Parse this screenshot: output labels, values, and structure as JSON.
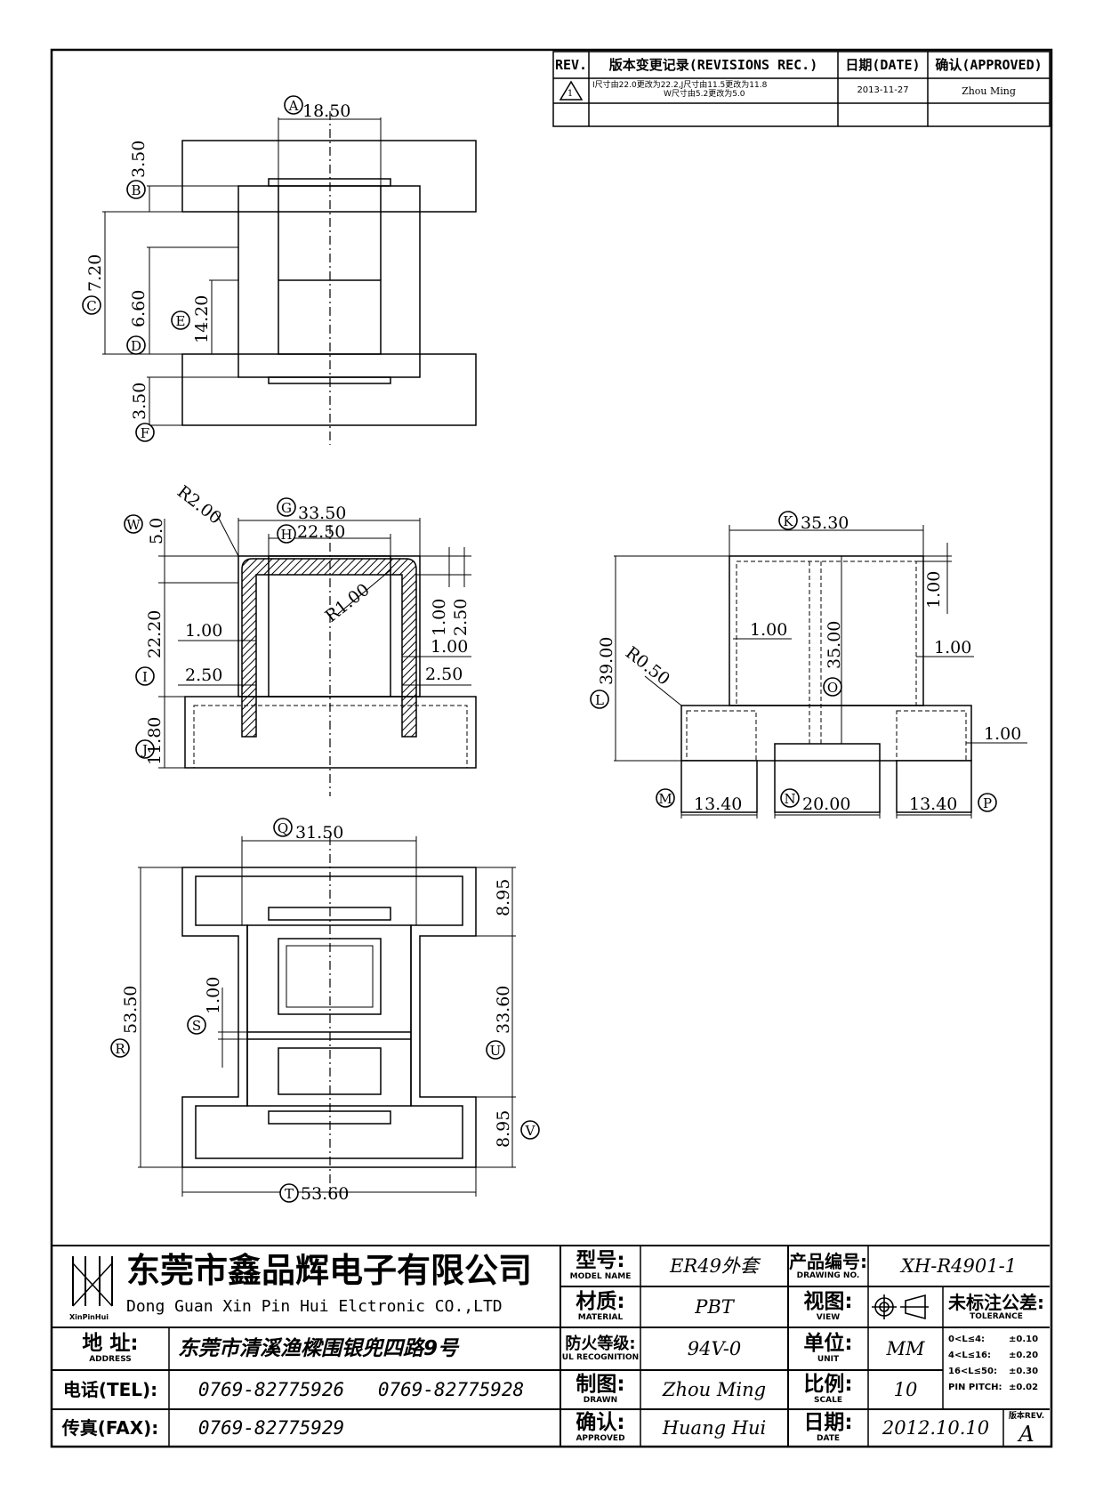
{
  "revision_table": {
    "headers": {
      "rev": "REV.",
      "record": "版本变更记录(REVISIONS REC.)",
      "date": "日期(DATE)",
      "approved": "确认(APPROVED)"
    },
    "entries": [
      {
        "rev": "1",
        "line1": "I尺寸由22.0更改为22.2,J尺寸由11.5更改为11.8",
        "line2": "W尺寸由5.2更改为5.0",
        "date": "2013-11-27",
        "approved": "Zhou Ming"
      }
    ]
  },
  "views": {
    "top": {
      "A": "18.50",
      "B": "3.50",
      "C": "7.20",
      "D": "6.60",
      "E": "14.20",
      "F": "3.50"
    },
    "front": {
      "G": "33.50",
      "H": "22.50",
      "W": "5.0",
      "I": "22.20",
      "J": "11.80",
      "R_outer": "R2.00",
      "R_inner": "R1.00",
      "t1": "1.00",
      "t2": "2.50",
      "t3": "1.00",
      "t4": "2.50",
      "t5": "1.00",
      "t6": "2.50"
    },
    "side": {
      "K": "35.30",
      "L": "39.00",
      "O": "35.00",
      "M": "13.40",
      "N": "20.00",
      "P": "13.40",
      "R_corner": "R0.50",
      "w1": "1.00",
      "w2": "1.00",
      "w3": "1.00",
      "w4": "1.00"
    },
    "bottom": {
      "Q": "31.50",
      "R": "53.50",
      "S": "1.00",
      "T": "53.60",
      "U": "33.60",
      "V1": "8.95",
      "V2": "8.95"
    }
  },
  "title_block": {
    "company_cn": "东莞市鑫品辉电子有限公司",
    "company_en": "Dong Guan Xin Pin Hui Elctronic CO.,LTD",
    "logo_text": "XinPinHui",
    "address_label": {
      "cn": "地 址:",
      "en": "ADDRESS"
    },
    "address": "东莞市清溪渔樑围银兜四路9号",
    "tel_label": "电话(TEL):",
    "tel1": "0769-82775926",
    "tel2": "0769-82775928",
    "fax_label": "传真(FAX):",
    "fax": "0769-82775929",
    "model_label": {
      "cn": "型号:",
      "en": "MODEL NAME"
    },
    "model": "ER49外套",
    "material_label": {
      "cn": "材质:",
      "en": "MATERIAL"
    },
    "material": "PBT",
    "ul_label": {
      "cn": "防火等级:",
      "en": "UL RECOGNITION"
    },
    "ul": "94V-0",
    "drawn_label": {
      "cn": "制图:",
      "en": "DRAWN"
    },
    "drawn": "Zhou Ming",
    "approved_label": {
      "cn": "确认:",
      "en": "APPROVED"
    },
    "approved": "Huang Hui",
    "drawing_no_label": {
      "cn": "产品编号:",
      "en": "DRAWING NO."
    },
    "drawing_no": "XH-R4901-1",
    "view_label": {
      "cn": "视图:",
      "en": "VIEW"
    },
    "unit_label": {
      "cn": "单位:",
      "en": "UNIT"
    },
    "unit": "MM",
    "scale_label": {
      "cn": "比例:",
      "en": "SCALE"
    },
    "scale": "10",
    "date_label": {
      "cn": "日期:",
      "en": "DATE"
    },
    "date": "2012.10.10",
    "tolerance_label": {
      "cn": "未标注公差:",
      "en": "TOLERANCE"
    },
    "tolerances": [
      {
        "range": "0<L≤4:",
        "value": "±0.10"
      },
      {
        "range": "4<L≤16:",
        "value": "±0.20"
      },
      {
        "range": "16<L≤50:",
        "value": "±0.30"
      },
      {
        "range": "PIN PITCH:",
        "value": "±0.02"
      }
    ],
    "version_label": "版本REV.",
    "version": "A"
  }
}
